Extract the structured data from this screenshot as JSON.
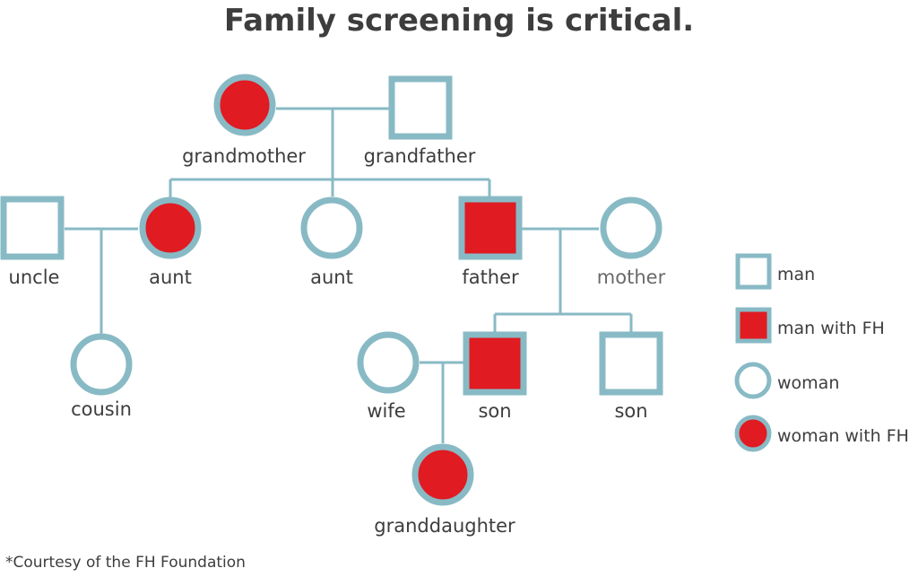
{
  "title": "Family screening is critical.",
  "colors": {
    "connector": "#88bac5",
    "affected_fill": "#e01b22",
    "unaffected_fill": "#ffffff",
    "text": "#3d3d3d"
  },
  "people": {
    "grandmother": {
      "label": "grandmother",
      "shape": "circle",
      "fh": true
    },
    "grandfather": {
      "label": "grandfather",
      "shape": "square",
      "fh": false
    },
    "uncle": {
      "label": "uncle",
      "shape": "square",
      "fh": false
    },
    "aunt1": {
      "label": "aunt",
      "shape": "circle",
      "fh": true
    },
    "aunt2": {
      "label": "aunt",
      "shape": "circle",
      "fh": false
    },
    "father": {
      "label": "father",
      "shape": "square",
      "fh": true
    },
    "mother": {
      "label": "mother",
      "shape": "circle",
      "fh": false
    },
    "cousin": {
      "label": "cousin",
      "shape": "circle",
      "fh": false
    },
    "wife": {
      "label": "wife",
      "shape": "circle",
      "fh": false
    },
    "son1": {
      "label": "son",
      "shape": "square",
      "fh": true
    },
    "son2": {
      "label": "son",
      "shape": "square",
      "fh": false
    },
    "granddaughter": {
      "label": "granddaughter",
      "shape": "circle",
      "fh": true
    }
  },
  "legend": [
    {
      "label": "man",
      "shape": "square",
      "fh": false
    },
    {
      "label": "man with FH",
      "shape": "square",
      "fh": true
    },
    {
      "label": "woman",
      "shape": "circle",
      "fh": false
    },
    {
      "label": "woman with FH",
      "shape": "circle",
      "fh": true
    }
  ],
  "credit": "*Courtesy of the FH Foundation"
}
